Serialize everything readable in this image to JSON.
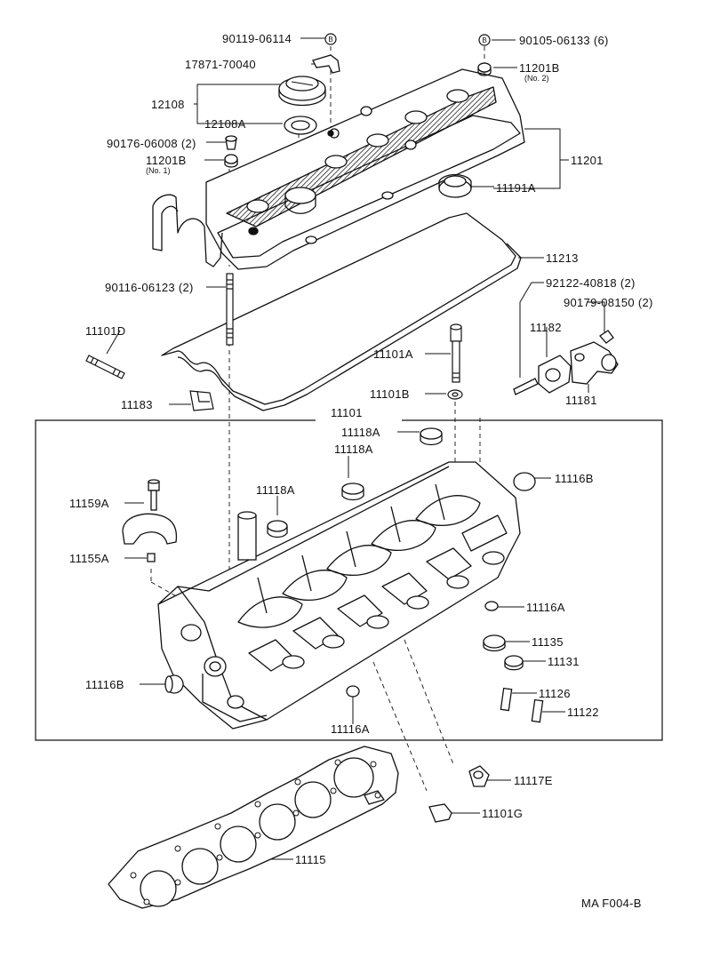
{
  "diagram": {
    "reference_code": "MA F004-B",
    "labels": [
      {
        "id": "90119-06114",
        "text": "90119-06114"
      },
      {
        "id": "90105-06133",
        "text": "90105-06133 (6)"
      },
      {
        "id": "17871-70040",
        "text": "17871-70040"
      },
      {
        "id": "11201B-no2",
        "text": "11201B"
      },
      {
        "id": "11201B-no2-sub",
        "text": "(No. 2)"
      },
      {
        "id": "12108",
        "text": "12108"
      },
      {
        "id": "12108A",
        "text": "12108A"
      },
      {
        "id": "90176-06008",
        "text": "90176-06008 (2)"
      },
      {
        "id": "11201B-no1",
        "text": "11201B"
      },
      {
        "id": "11201B-no1-sub",
        "text": "(No. 1)"
      },
      {
        "id": "11201",
        "text": "11201"
      },
      {
        "id": "11191A",
        "text": "11191A"
      },
      {
        "id": "11213",
        "text": "11213"
      },
      {
        "id": "90116-06123",
        "text": "90116-06123 (2)"
      },
      {
        "id": "92122-40818",
        "text": "92122-40818 (2)"
      },
      {
        "id": "90179-08150",
        "text": "90179-08150 (2)"
      },
      {
        "id": "11101D",
        "text": "11101D"
      },
      {
        "id": "11182",
        "text": "11182"
      },
      {
        "id": "11101A",
        "text": "11101A"
      },
      {
        "id": "11101B",
        "text": "11101B"
      },
      {
        "id": "11181",
        "text": "11181"
      },
      {
        "id": "11183",
        "text": "11183"
      },
      {
        "id": "11101",
        "text": "11101"
      },
      {
        "id": "11118A-1",
        "text": "11118A"
      },
      {
        "id": "11118A-2",
        "text": "11118A"
      },
      {
        "id": "11116B-1",
        "text": "11116B"
      },
      {
        "id": "11118A-3",
        "text": "11118A"
      },
      {
        "id": "11159A",
        "text": "11159A"
      },
      {
        "id": "11155A",
        "text": "11155A"
      },
      {
        "id": "11116A-1",
        "text": "11116A"
      },
      {
        "id": "11135",
        "text": "11135"
      },
      {
        "id": "11131",
        "text": "11131"
      },
      {
        "id": "11116B-2",
        "text": "11116B"
      },
      {
        "id": "11126",
        "text": "11126"
      },
      {
        "id": "11122",
        "text": "11122"
      },
      {
        "id": "11116A-2",
        "text": "11116A"
      },
      {
        "id": "11117E",
        "text": "11117E"
      },
      {
        "id": "11101G",
        "text": "11101G"
      },
      {
        "id": "11115",
        "text": "11115"
      }
    ]
  }
}
